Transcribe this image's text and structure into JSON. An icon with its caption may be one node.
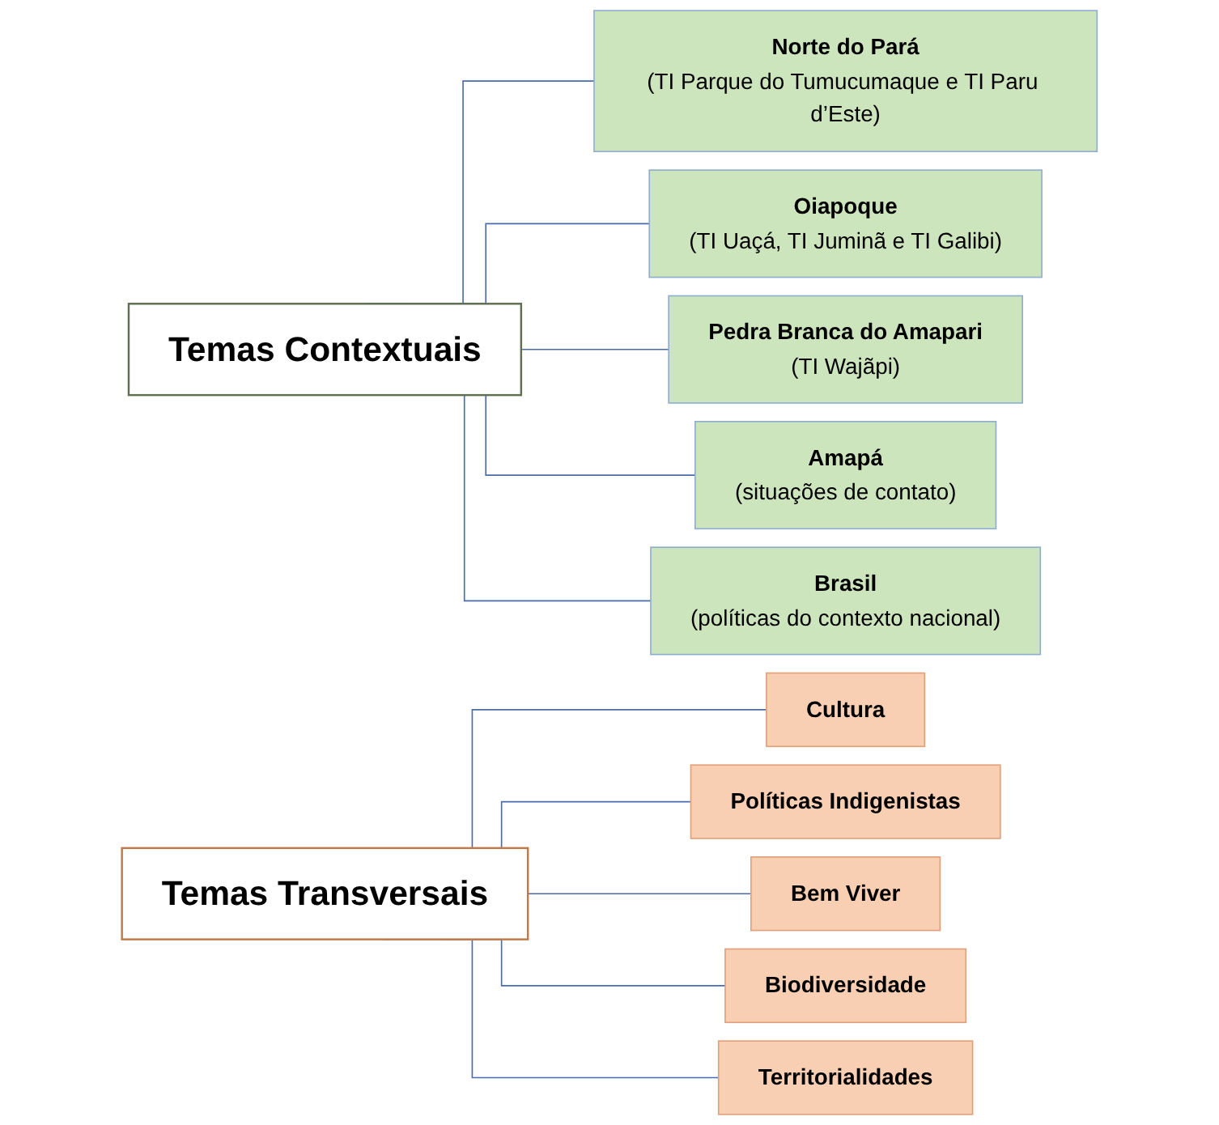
{
  "diagram": {
    "nodes": [
      {
        "text": [
          "Temas Contextuais"
        ]
      },
      {
        "text": [
          "Norte do Pará",
          "(TI Parque do Tumucumaque e TI Paru d’Este)"
        ]
      },
      {
        "text": [
          "Oiapoque",
          "(TI Uaçá, TI Juminã e TI Galibi)"
        ]
      },
      {
        "text": [
          "Pedra Branca do Amapari",
          "(TI Wajãpi)"
        ]
      },
      {
        "text": [
          "Amapá",
          "(situações de contato)"
        ]
      },
      {
        "text": [
          "Brasil",
          "(políticas do contexto nacional)"
        ]
      },
      {
        "text": [
          "Temas Transversais"
        ]
      },
      {
        "text": [
          "Cultura"
        ]
      },
      {
        "text": [
          "Políticas Indigenistas"
        ]
      },
      {
        "text": [
          "Bem Viver"
        ]
      },
      {
        "text": [
          "Biodiversidade"
        ]
      },
      {
        "text": [
          "Territorialidades"
        ]
      }
    ],
    "edges": [
      {
        "from": 0,
        "to": 1,
        "arrow": "none"
      },
      {
        "from": 0,
        "to": 2,
        "arrow": "none"
      },
      {
        "from": 0,
        "to": 3,
        "arrow": "none"
      },
      {
        "from": 0,
        "to": 4,
        "arrow": "none"
      },
      {
        "from": 0,
        "to": 5,
        "arrow": "none"
      },
      {
        "from": 6,
        "to": 7,
        "arrow": "none"
      },
      {
        "from": 6,
        "to": 8,
        "arrow": "none"
      },
      {
        "from": 6,
        "to": 9,
        "arrow": "none"
      },
      {
        "from": 6,
        "to": 10,
        "arrow": "none"
      },
      {
        "from": 6,
        "to": 11,
        "arrow": "none"
      }
    ]
  }
}
